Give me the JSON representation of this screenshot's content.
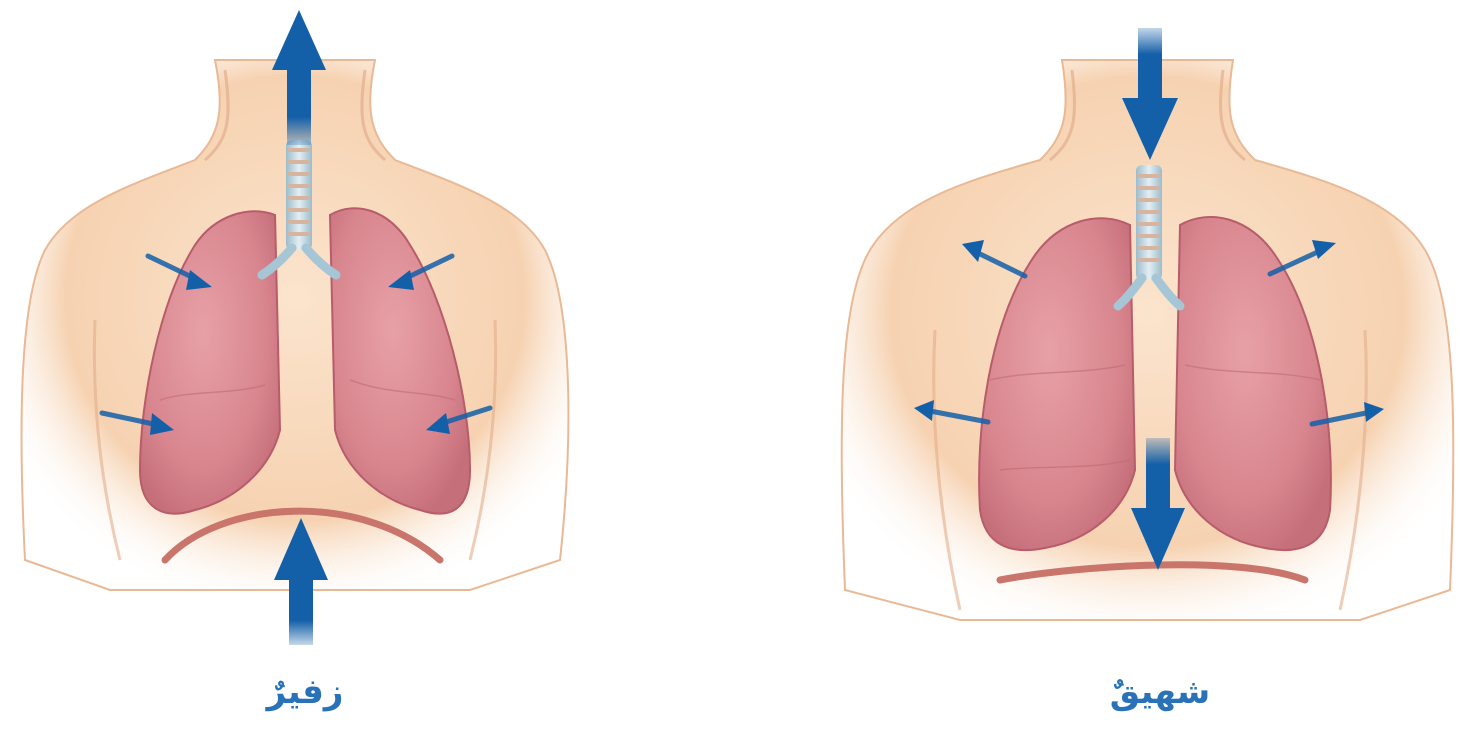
{
  "colors": {
    "skin": "#f8d9bd",
    "skin_shadow": "#e6b08a",
    "lung": "#d98a92",
    "lung_dark": "#b85c6a",
    "trachea": "#c9dfe8",
    "diaphragm": "#c9756b",
    "arrow": "#1460a8",
    "caption": "#2a72b8"
  },
  "panels": [
    {
      "id": "exhalation",
      "label": "زفيرٌ"
    },
    {
      "id": "inhalation",
      "label": "شهيقٌ"
    }
  ]
}
